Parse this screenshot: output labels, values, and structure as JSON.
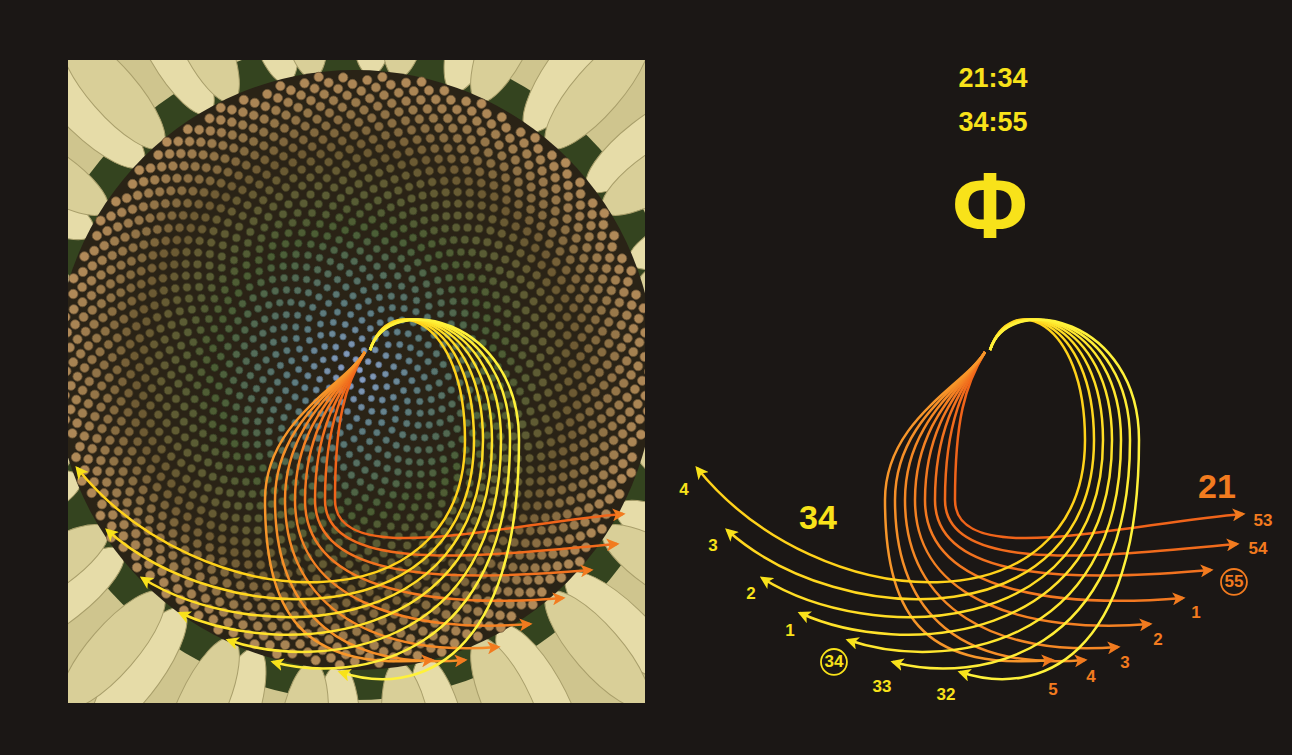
{
  "diagram": {
    "nodes": [
      {
        "text": [
          "34"
        ]
      },
      {
        "text": [
          "55"
        ]
      }
    ],
    "labels": [
      "21:34",
      "34:55",
      "Φ",
      "4",
      "34",
      "21",
      "53",
      "3",
      "54",
      "2",
      "1",
      "1",
      "2",
      "3",
      "33",
      "32",
      "4",
      "5"
    ]
  }
}
